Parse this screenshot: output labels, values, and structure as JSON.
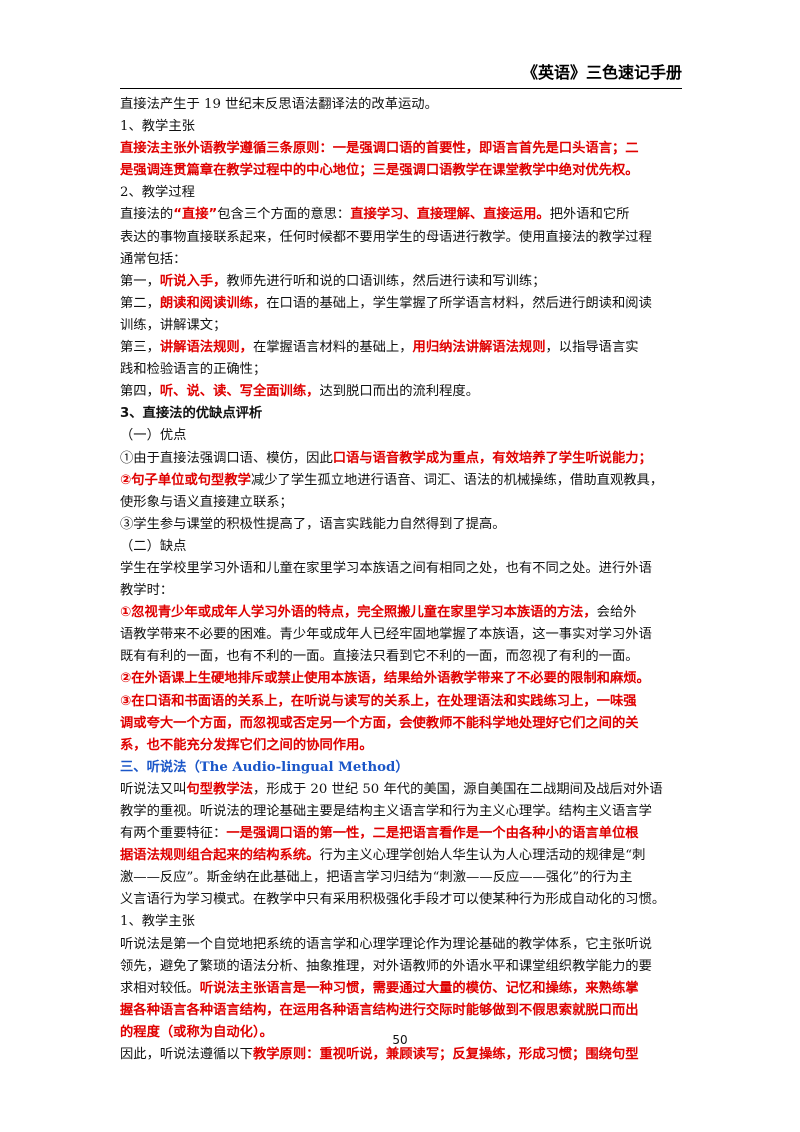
{
  "header": {
    "title": "《英语》三色速记手册"
  },
  "lines": [
    [
      {
        "t": "直接法产生于 19 世纪末反思语法翻译法的改革运动。"
      }
    ],
    [
      {
        "t": "1、教学主张"
      }
    ],
    [
      {
        "t": "直接法主张外语教学遵循三条原则：一是强调口语的首要性，即语言首先是口头语言；二",
        "s": "red"
      }
    ],
    [
      {
        "t": "是强调连贯篇章在教学过程中的中心地位；三是强调口语教学在课堂教学中绝对优先权。",
        "s": "red"
      }
    ],
    [
      {
        "t": "2、教学过程"
      }
    ],
    [
      {
        "t": "直接法的"
      },
      {
        "t": "“直接”",
        "s": "red"
      },
      {
        "t": "包含三个方面的意思："
      },
      {
        "t": "直接学习、直接理解、直接运用。",
        "s": "red"
      },
      {
        "t": "把外语和它所"
      }
    ],
    [
      {
        "t": "表达的事物直接联系起来，任何时候都不要用学生的母语进行教学。使用直接法的教学过程"
      }
    ],
    [
      {
        "t": "通常包括："
      }
    ],
    [
      {
        "t": "第一，"
      },
      {
        "t": "听说入手，",
        "s": "red"
      },
      {
        "t": "教师先进行听和说的口语训练，然后进行读和写训练；"
      }
    ],
    [
      {
        "t": "第二，"
      },
      {
        "t": "朗读和阅读训练，",
        "s": "red"
      },
      {
        "t": "在口语的基础上，学生掌握了所学语言材料，然后进行朗读和阅读"
      }
    ],
    [
      {
        "t": "训练，讲解课文；"
      }
    ],
    [
      {
        "t": "第三，"
      },
      {
        "t": "讲解语法规则，",
        "s": "red"
      },
      {
        "t": "在掌握语言材料的基础上，"
      },
      {
        "t": "用归纳法讲解语法规则",
        "s": "red"
      },
      {
        "t": "，以指导语言实"
      }
    ],
    [
      {
        "t": "践和检验语言的正确性；"
      }
    ],
    [
      {
        "t": "第四，"
      },
      {
        "t": "听、说、读、写全面训练，",
        "s": "red"
      },
      {
        "t": "达到脱口而出的流利程度。"
      }
    ],
    [
      {
        "t": "3、直接法的优缺点评析",
        "s": "bold"
      }
    ],
    [
      {
        "t": "（一）优点"
      }
    ],
    [
      {
        "t": "①由于直接法强调口语、模仿，因此"
      },
      {
        "t": "口语与语音教学成为重点，有效培养了学生听说能力；",
        "s": "red"
      }
    ],
    [
      {
        "t": "②",
        "s": "red"
      },
      {
        "t": "句子单位或句型教学",
        "s": "red"
      },
      {
        "t": "减少了学生孤立地进行语音、词汇、语法的机械操练，借助直观教具，"
      }
    ],
    [
      {
        "t": "使形象与语义直接建立联系；"
      }
    ],
    [
      {
        "t": "③学生参与课堂的积极性提高了，语言实践能力自然得到了提高。"
      }
    ],
    [
      {
        "t": "（二）缺点"
      }
    ],
    [
      {
        "t": "学生在学校里学习外语和儿童在家里学习本族语之间有相同之处，也有不同之处。进行外语"
      }
    ],
    [
      {
        "t": "教学时："
      }
    ],
    [
      {
        "t": "①忽视青少年或成年人学习外语的特点，完全照搬儿童在家里学习本族语的方法，",
        "s": "red"
      },
      {
        "t": "会给外"
      }
    ],
    [
      {
        "t": "语教学带来不必要的困难。青少年或成年人已经牢固地掌握了本族语，这一事实对学习外语"
      }
    ],
    [
      {
        "t": "既有有利的一面，也有不利的一面。直接法只看到它不利的一面，而忽视了有利的一面。"
      }
    ],
    [
      {
        "t": "②在外语课上生硬地排斥或禁止使用本族语，结果给外语教学带来了不必要的限制和麻烦。",
        "s": "red"
      }
    ],
    [
      {
        "t": "③在口语和书面语的关系上，在听说与读写的关系上，在处理语法和实践练习上，一味强",
        "s": "red"
      }
    ],
    [
      {
        "t": "调或夸大一个方面，而忽视或否定另一个方面，会使教师不能科学地处理好它们之间的关",
        "s": "red"
      }
    ],
    [
      {
        "t": "系，也不能充分发挥它们之间的协同作用。",
        "s": "red"
      }
    ],
    [
      {
        "t": "三、听说法（The Audio-lingual Method）",
        "s": "blue"
      }
    ],
    [
      {
        "t": "听说法又叫"
      },
      {
        "t": "句型教学法",
        "s": "red"
      },
      {
        "t": "，形成于 20 世纪 50 年代的美国，源自美国在二战期间及战后对外语"
      }
    ],
    [
      {
        "t": "教学的重视。听说法的理论基础主要是结构主义语言学和行为主义心理学。结构主义语言学"
      }
    ],
    [
      {
        "t": "有两个重要特征："
      },
      {
        "t": "一是强调口语的第一性，二是把语言看作是一个由各种小的语言单位根",
        "s": "red"
      }
    ],
    [
      {
        "t": "据语法规则组合起来的结构系统。",
        "s": "red"
      },
      {
        "t": "行为主义心理学创始人华生认为人心理活动的规律是“刺"
      }
    ],
    [
      {
        "t": "激——反应”。斯金纳在此基础上，把语言学习归结为“刺激——反应——强化”的行为主"
      }
    ],
    [
      {
        "t": "义言语行为学习模式。在教学中只有采用积极强化手段才可以使某种行为形成自动化的习惯。"
      }
    ],
    [
      {
        "t": "1、教学主张"
      }
    ],
    [
      {
        "t": "听说法是第一个自觉地把系统的语言学和心理学理论作为理论基础的教学体系，它主张听说"
      }
    ],
    [
      {
        "t": "领先，避免了繁琐的语法分析、抽象推理，对外语教师的外语水平和课堂组织教学能力的要"
      }
    ],
    [
      {
        "t": "求相对较低。"
      },
      {
        "t": "听说法主张语言是一种习惯，需要通过大量的模仿、记忆和操练，来熟练掌",
        "s": "red"
      }
    ],
    [
      {
        "t": "握各种语言各种语言结构，在运用各种语言结构进行交际时能够做到不假思索就脱口而出",
        "s": "red"
      }
    ],
    [
      {
        "t": "的程度（或称为自动化）。",
        "s": "red"
      }
    ],
    [
      {
        "t": "因此，听说法遵循以下"
      },
      {
        "t": "教学原则：重视听说，兼顾读写；反复操练，形成习惯；围绕句型",
        "s": "red"
      }
    ]
  ],
  "page_number": "50"
}
